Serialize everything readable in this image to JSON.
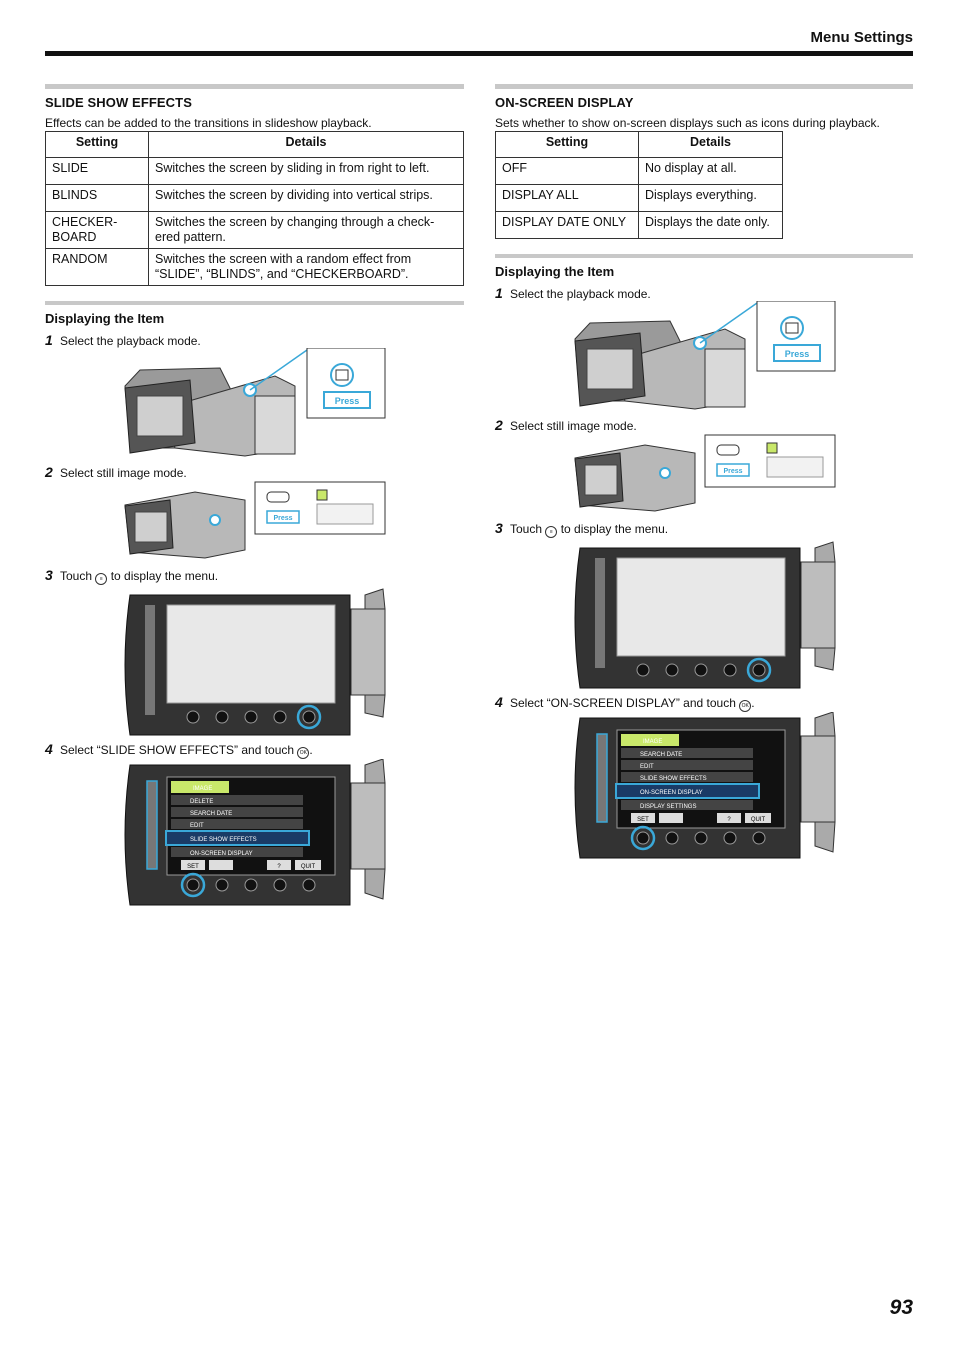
{
  "header": {
    "title": "Menu Settings"
  },
  "left": {
    "section_title": "SLIDE SHOW EFFECTS",
    "section_desc": "Effects can be added to the transitions in slideshow playback.",
    "table_headers": [
      "Setting",
      "Details"
    ],
    "rows": [
      {
        "setting": "SLIDE",
        "details": "Switches the screen by sliding in from right to left."
      },
      {
        "setting": "BLINDS",
        "details": "Switches the screen by dividing into vertical strips."
      },
      {
        "setting": "CHECKER-\nBOARD",
        "details": "Switches the screen by changing through a check-\nered pattern."
      },
      {
        "setting": "RANDOM",
        "details": "Switches the screen with a random effect from\n“SLIDE”, “BLINDS”, and “CHECKERBOARD”."
      }
    ],
    "sub_title": "Displaying the Item",
    "steps": [
      {
        "num": "1",
        "text": "Select the playback mode."
      },
      {
        "num": "2",
        "text": "Select still image mode."
      },
      {
        "num": "3",
        "text_before": "Touch",
        "text_after": "to display the menu."
      },
      {
        "num": "4",
        "text_before": "Select “SLIDE SHOW EFFECTS” and touch",
        "text_after": "."
      }
    ],
    "menu_items": [
      "IMAGE",
      "DELETE",
      "SEARCH DATE",
      "EDIT",
      "SLIDE SHOW EFFECTS",
      "ON-SCREEN DISPLAY"
    ]
  },
  "right": {
    "section_title": "ON-SCREEN DISPLAY",
    "section_desc": "Sets whether to show on-screen displays such as icons during playback.",
    "table_headers": [
      "Setting",
      "Details"
    ],
    "rows": [
      {
        "setting": "OFF",
        "details": "No display at all."
      },
      {
        "setting": "DISPLAY ALL",
        "details": "Displays everything."
      },
      {
        "setting": "DISPLAY DATE ONLY",
        "details": "Displays the date only."
      }
    ],
    "sub_title": "Displaying the Item",
    "steps": [
      {
        "num": "1",
        "text": "Select the playback mode."
      },
      {
        "num": "2",
        "text": "Select still image mode."
      },
      {
        "num": "3",
        "text_before": "Touch",
        "text_after": "to display the menu."
      },
      {
        "num": "4",
        "text_before": "Select “ON-SCREEN DISPLAY” and touch",
        "text_after": "."
      }
    ],
    "menu_items": [
      "IMAGE",
      "SEARCH DATE",
      "EDIT",
      "SLIDE SHOW EFFECTS",
      "ON-SCREEN DISPLAY",
      "DISPLAY SETTINGS"
    ]
  },
  "figure_labels": {
    "press": "Press",
    "set": "SET",
    "quit": "QUIT",
    "help": "?",
    "ok": "OK",
    "menu": "MENU"
  },
  "colors": {
    "accent": "#3aa8d8",
    "highlight_green": "#c9e86a",
    "rule": "#c8c8c8"
  },
  "page_number": "93"
}
